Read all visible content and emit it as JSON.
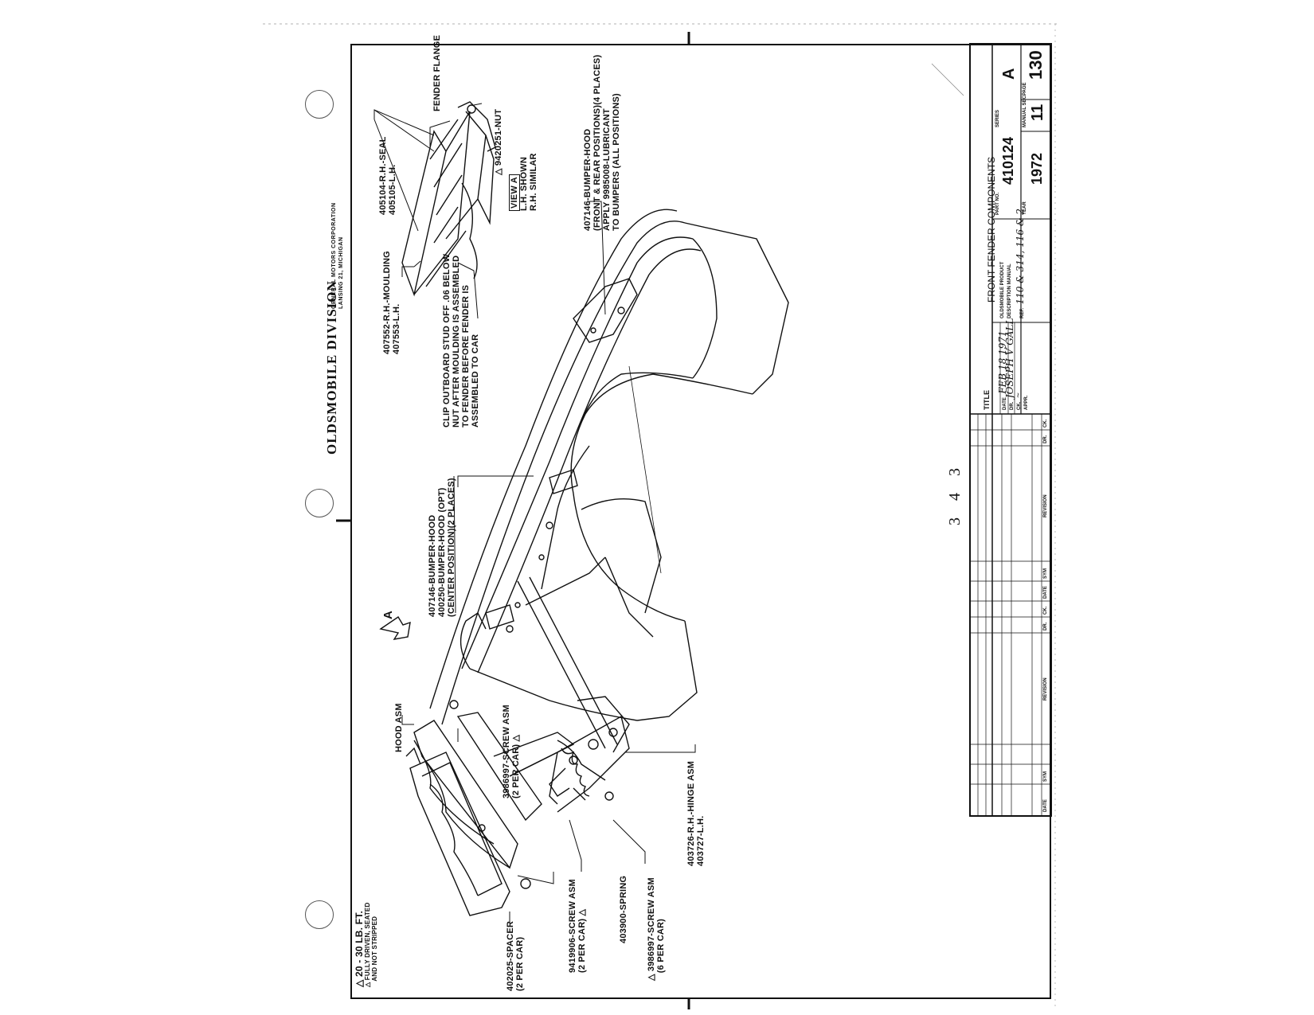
{
  "header": {
    "division": "OLDSMOBILE DIVISION",
    "corp_line1": "GENERAL MOTORS CORPORATION",
    "corp_line2": "LANSING 21, MICHIGAN"
  },
  "callouts": {
    "fender_flange": "FENDER FLANGE",
    "seal_rh": "405104-R.H.",
    "seal_lh": "405105-L.H.",
    "seal_name": "-SEAL",
    "nut": "9420251-NUT",
    "view_a": "VIEW A",
    "lh_shown": "L.H. SHOWN",
    "rh_similar": "R.H. SIMILAR",
    "moulding_rh": "407552-R.H.",
    "moulding_lh": "407553-L.H.",
    "moulding_name": "-MOULDING",
    "clip_note": [
      "CLIP OUTBOARD STUD OFF .06 BELOW",
      "NUT AFTER MOULDING IS ASSEMBLED",
      "TO FENDER BEFORE FENDER IS",
      "ASSEMBLED TO CAR"
    ],
    "bumper_top": [
      "407146-BUMPER-HOOD",
      "(FRONT & REAR POSITIONS)(4 PLACES)",
      "APPLY 9985008-LUBRICANT",
      "TO BUMPERS (ALL POSITIONS)"
    ],
    "bumper_center": [
      "407146-BUMPER-HOOD",
      "400250-BUMPER-HOOD (OPT)",
      "(CENTER POSITION)(2 PLACES)"
    ],
    "hood_asm": "HOOD ASM",
    "screw_2": [
      "3986997-SCREW ASM",
      "(2 PER CAR)"
    ],
    "hinge_rh": "403726-R.H.",
    "hinge_lh": "403727-L.H.",
    "hinge_name": "-HINGE ASM",
    "spacer": [
      "402025-SPACER",
      "(2 PER CAR)"
    ],
    "screw_9419906": [
      "9419906-SCREW ASM",
      "(2 PER CAR)"
    ],
    "spring": "403900-SPRING",
    "screw_6": [
      "3986997-SCREW ASM",
      "(6 PER CAR)"
    ],
    "view_letter": "A"
  },
  "torque_note": {
    "line1": "20 - 30 LB. FT.",
    "line2": "FULLY DRIVEN, SEATED",
    "line3": "AND NOT STRIPPED"
  },
  "page_number_center": "3 4 3",
  "title_block": {
    "title_label": "TITLE",
    "title": "FRONT FENDER COMPONENTS",
    "date_label": "DATE",
    "date": "FEB 18 1971",
    "dr_label": "DR.",
    "drawn_by": "JOSEPH V GALL",
    "ck_label": "CK.",
    "appr_label": "APPR.",
    "product_line1": "OLDSMOBILE PRODUCT",
    "product_line2": "DESCRIPTION MANUAL",
    "ref_label": "REF.",
    "ref": "110 & 314, 116 & 2",
    "part_no_label": "PART NO.",
    "part_no": "410124",
    "series_label": "SERIES",
    "series": "A",
    "year_label": "YEAR",
    "year": "1972",
    "manual_sec_label": "MANUAL SEC.",
    "manual_sec": "11",
    "page_label": "PAGE",
    "page": "130",
    "revision_headers": [
      "DATE",
      "SYM",
      "REVISION",
      "DR.",
      "CK.",
      "DATE",
      "SYM",
      "REVISION",
      "DR.",
      "CK."
    ]
  }
}
